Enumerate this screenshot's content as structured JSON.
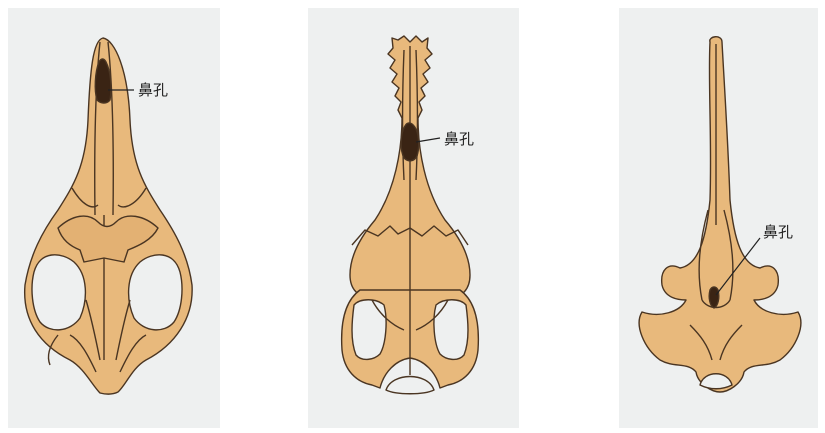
{
  "figure": {
    "panels": [
      {
        "id": "skull-1",
        "label": "鼻孔"
      },
      {
        "id": "skull-2",
        "label": "鼻孔"
      },
      {
        "id": "skull-3",
        "label": "鼻孔"
      }
    ],
    "colors": {
      "background": "#eef0f0",
      "bone": "#e8b97c",
      "bone_shadow": "#d9a566",
      "outline": "#4a3522",
      "nostril": "#3a2414"
    }
  }
}
